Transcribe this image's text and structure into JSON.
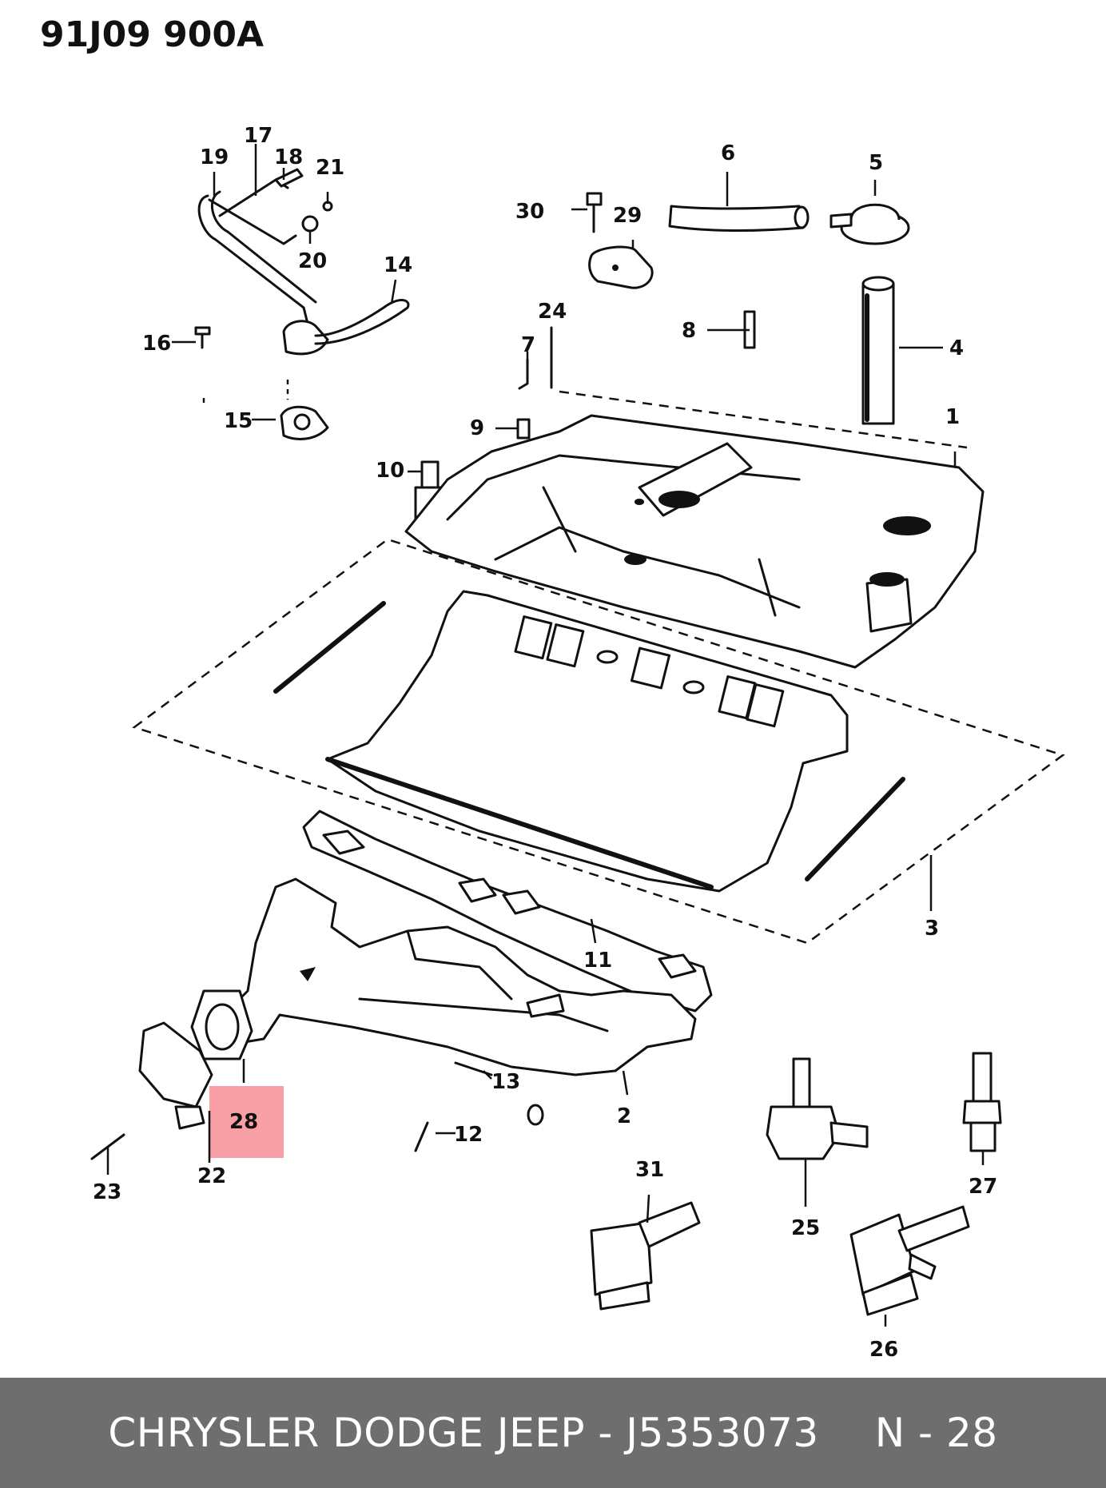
{
  "diagram": {
    "code": "91J09  900A",
    "highlighted_label": "28",
    "highlight_color": "#f8a0a6",
    "labels": [
      "1",
      "2",
      "3",
      "4",
      "5",
      "6",
      "7",
      "8",
      "9",
      "10",
      "11",
      "12",
      "13",
      "14",
      "15",
      "16",
      "17",
      "18",
      "19",
      "20",
      "21",
      "22",
      "23",
      "24",
      "25",
      "26",
      "27",
      "28",
      "29",
      "30",
      "31"
    ]
  },
  "footer": {
    "brand_part": "CHRYSLER DODGE JEEP - J5353073",
    "ref": "N - 28",
    "background": "#6e6e6e"
  }
}
